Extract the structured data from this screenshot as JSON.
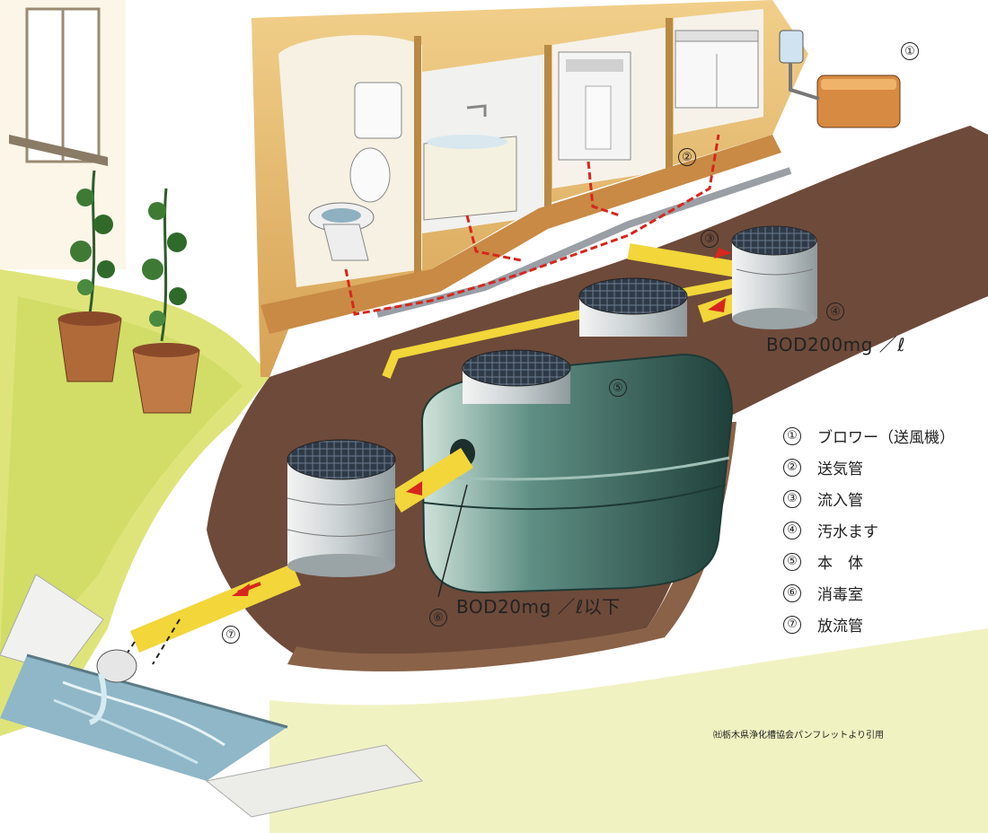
{
  "callouts": {
    "c1": "①",
    "c2": "②",
    "c3": "③",
    "c4": "④",
    "c5": "⑤",
    "c6": "⑥",
    "c7": "⑦"
  },
  "bod_in": "BOD200mg ／ℓ",
  "bod_out": "BOD20mg ／ℓ以下",
  "legend": [
    {
      "num": "①",
      "text": "ブロワー（送風機）"
    },
    {
      "num": "②",
      "text": "送気管"
    },
    {
      "num": "③",
      "text": "流入管"
    },
    {
      "num": "④",
      "text": "汚水ます"
    },
    {
      "num": "⑤",
      "text": "本　体"
    },
    {
      "num": "⑥",
      "text": "消毒室"
    },
    {
      "num": "⑦",
      "text": "放流管"
    }
  ],
  "credit": "㈳栃木県浄化槽協会パンフレットより引用",
  "colors": {
    "soil": "#6e4a3a",
    "grass": "#d9e06a",
    "pipe": "#f2d63a",
    "tank": "#2f5a52",
    "wall": "#e8b86a",
    "flow_arrow": "#d7261e"
  }
}
